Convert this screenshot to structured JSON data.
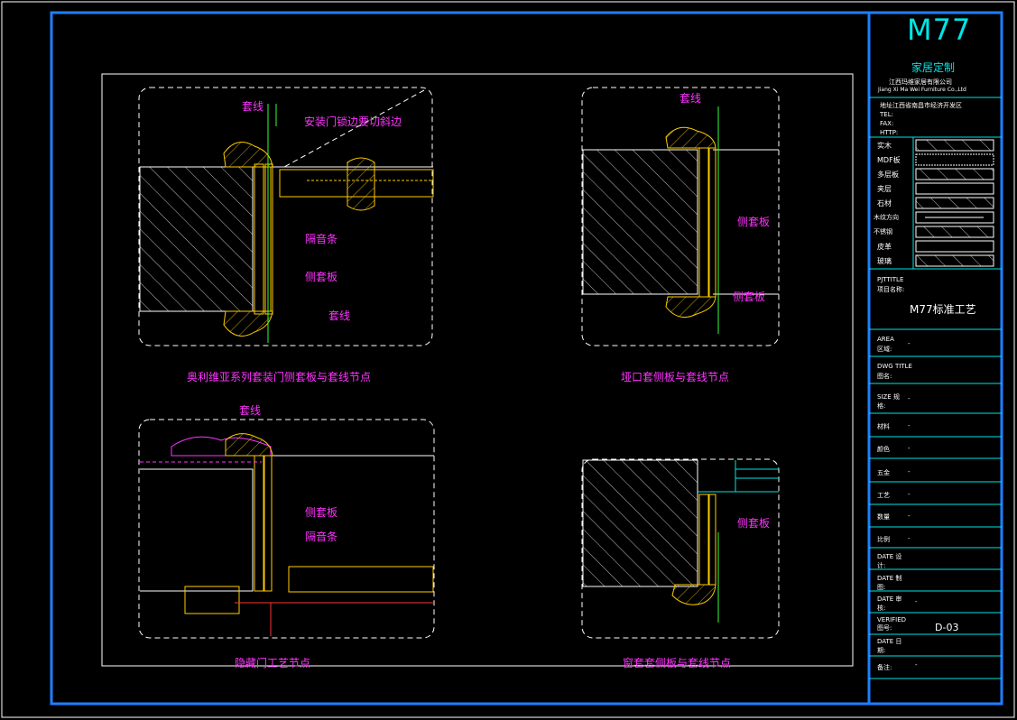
{
  "colors": {
    "background": "#000000",
    "frame_blue": "#1e7fff",
    "paper_white": "#ffffff",
    "annotation_magenta": "#ff33ff",
    "detail_yellow": "#ffcc00",
    "dim_green": "#33ff33",
    "titleblock_cyan": "#00e5e5"
  },
  "title_block": {
    "logo": "M77",
    "brand_cn": "家居定制",
    "company_cn": "江西玛维家居有限公司",
    "company_en": "Jiang Xi Ma Wei Furniture Co.,Ltd",
    "address": "地址江西省南昌市经济开发区",
    "tel": "TEL:",
    "fax": "FAX:",
    "http": "HTTP:",
    "materials": [
      "实木",
      "MDF板",
      "多层板",
      "夹层",
      "石材",
      "木纹方向",
      "不锈钢",
      "皮革",
      "玻璃"
    ],
    "project_title_en": "PJTTITLE",
    "project_title_cn": "项目名称:",
    "project_name": "M77标准工艺",
    "area_en": "AREA",
    "area_cn": "区域:",
    "area_value": "-",
    "dwg_title_en": "DWG TITLE",
    "dwg_title_cn": "图名:",
    "rows": [
      {
        "label": "SIZE 规格:",
        "value": "-"
      },
      {
        "label": "材料",
        "value": "-"
      },
      {
        "label": "颜色",
        "value": "-"
      },
      {
        "label": "五金",
        "value": "-"
      },
      {
        "label": "工艺",
        "value": "-"
      },
      {
        "label": "数量",
        "value": "-"
      },
      {
        "label": "比例",
        "value": "-"
      }
    ],
    "date_design": "DATE 设计:",
    "date_draw": "DATE 制图:",
    "date_review": "DATE 审核:",
    "date_review_value": "-",
    "verified": "VERIFIED 图号:",
    "drawing_no": "D-03",
    "date_date": "DATE 日期:",
    "remarks": "备注:",
    "remarks_value": "-"
  },
  "details": [
    {
      "caption": "奥利维亚系列套装门侧套板与套线节点",
      "labels": [
        "套线",
        "安装门锁边要切斜边",
        "隔音条",
        "侧套板",
        "套线"
      ]
    },
    {
      "caption": "垭口套侧板与套线节点",
      "labels": [
        "套线",
        "侧套板",
        "侧套板"
      ]
    },
    {
      "caption": "隐藏门工艺节点",
      "labels": [
        "套线",
        "侧套板",
        "隔音条"
      ]
    },
    {
      "caption": "窗套套侧板与套线节点",
      "labels": [
        "侧套板"
      ]
    }
  ]
}
